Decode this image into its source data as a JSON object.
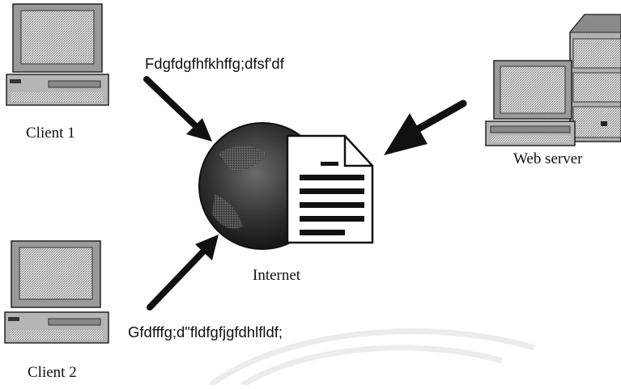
{
  "diagram": {
    "nodes": {
      "client1": {
        "label": "Client 1",
        "icon": "desktop-computer-icon"
      },
      "client2": {
        "label": "Client 2",
        "icon": "desktop-computer-icon"
      },
      "web_server": {
        "label": "Web server",
        "icon": "server-tower-icon"
      },
      "internet": {
        "label": "Internet",
        "icon": "globe-document-icon"
      }
    },
    "messages": {
      "from_client1": "Fdgfdgfhfkhffg;dfsf'df",
      "from_client2": "Gfdfffg;d\"fldfgfjgfdhlfldf;"
    }
  }
}
